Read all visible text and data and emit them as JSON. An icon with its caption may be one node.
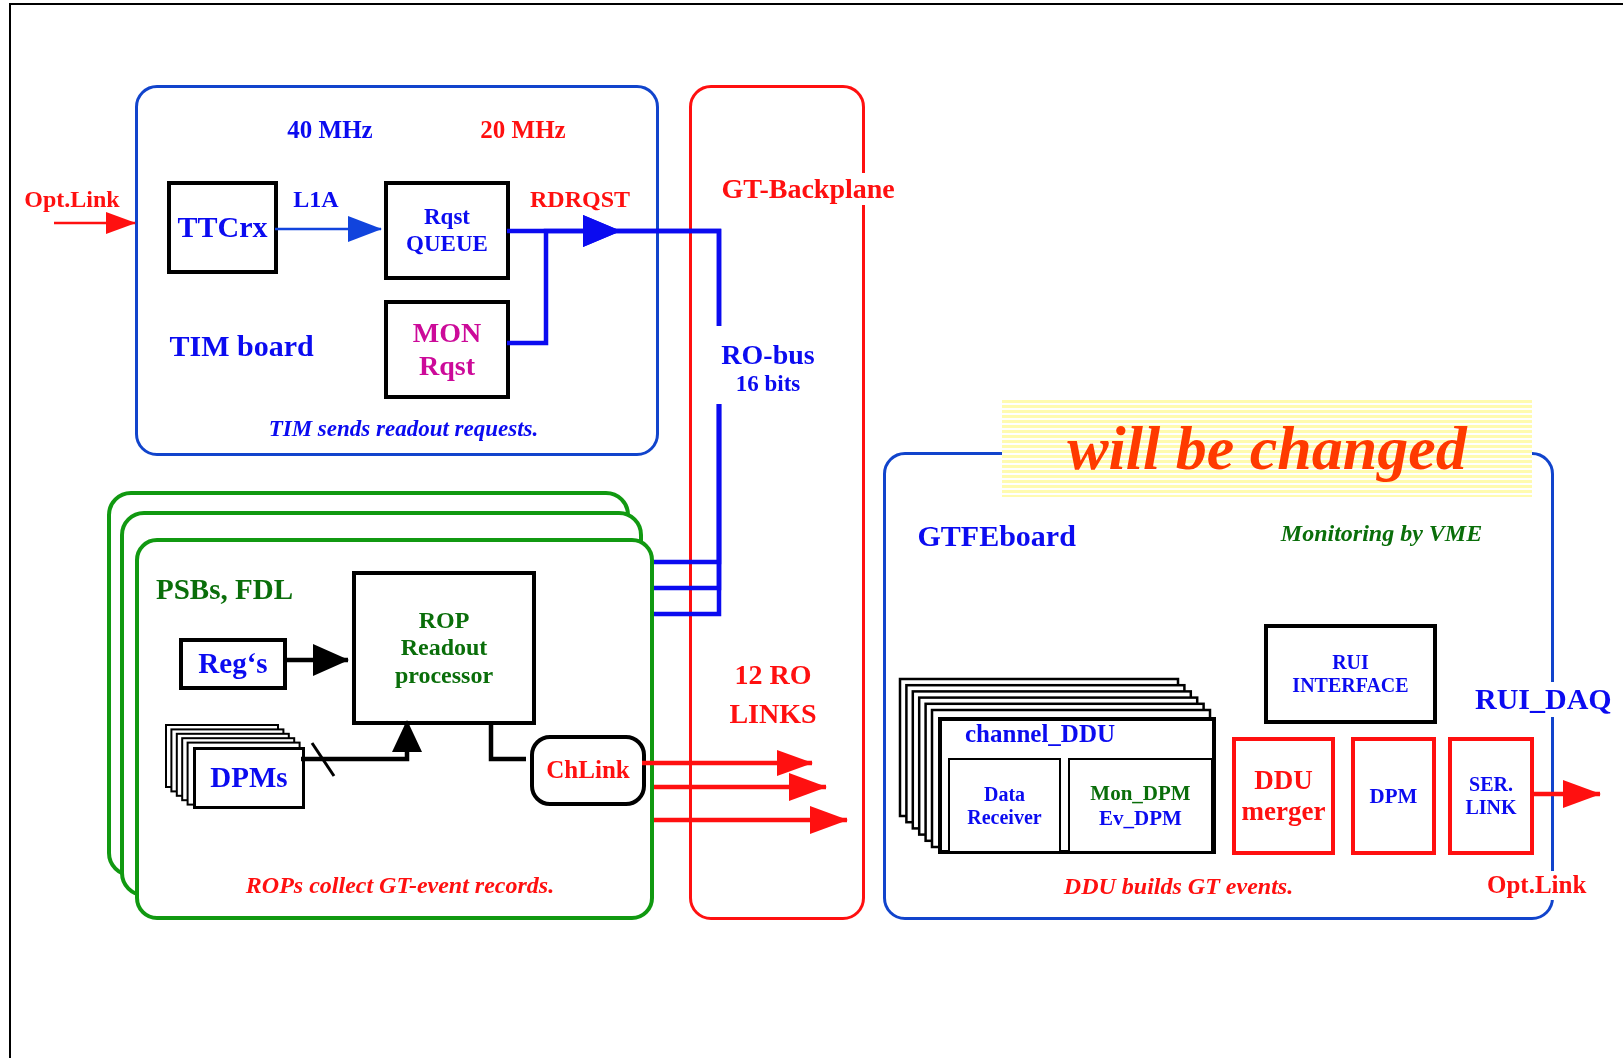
{
  "diagram": {
    "nodes": [
      {
        "text": [
          "TIM board",
          "TIM sends readout requests."
        ]
      },
      {
        "text": [
          "TTCrx"
        ],
        "in": 0
      },
      {
        "text": [
          "Rqst QUEUE"
        ],
        "in": 0
      },
      {
        "text": [
          "MON Rqst"
        ],
        "in": 0
      },
      {
        "text": [
          "GT-Backplane"
        ]
      },
      {
        "text": [
          "RO-bus",
          "16 bits"
        ],
        "in": 4
      },
      {
        "text": [
          "PSBs, FDL",
          "ROPs collect GT-event records."
        ]
      },
      {
        "text": [
          "Reg‘s"
        ],
        "in": 6
      },
      {
        "text": [
          "ROP Readout processor"
        ],
        "in": 6
      },
      {
        "text": [
          "DPMs"
        ],
        "in": 6
      },
      {
        "text": [
          "ChLink"
        ],
        "in": 6
      },
      {
        "text": [
          "GTFEboard",
          "Monitoring by VME",
          "DDU builds GT events."
        ]
      },
      {
        "text": [
          "RUI INTERFACE"
        ],
        "in": 11
      },
      {
        "text": [
          "channel_DDU"
        ],
        "in": 11
      },
      {
        "text": [
          "Data Receiver"
        ],
        "in": 13
      },
      {
        "text": [
          "Mon_DPM",
          "Ev_DPM"
        ],
        "in": 13
      },
      {
        "text": [
          "DDU merger"
        ],
        "in": 11
      },
      {
        "text": [
          "DPM"
        ],
        "in": 11
      },
      {
        "text": [
          "SER. LINK"
        ],
        "in": 11
      }
    ],
    "edges": [
      {
        "from": null,
        "to": 0,
        "arrow": "to",
        "label": "Opt.Link",
        "color": "#ff1010"
      },
      {
        "from": 1,
        "to": 2,
        "arrow": "to",
        "label": "L1A",
        "color": "#1144dd"
      },
      {
        "from": 2,
        "to": 5,
        "arrow": "to",
        "label": "RDRQST",
        "color": "#0b0bf0"
      },
      {
        "from": 3,
        "to": 5,
        "arrow": "to",
        "color": "#0b0bf0"
      },
      {
        "from": 5,
        "to": 6,
        "arrow": "none",
        "color": "#0b0bf0"
      },
      {
        "from": 5,
        "to": 6,
        "arrow": "none",
        "color": "#0b0bf0"
      },
      {
        "from": 5,
        "to": 6,
        "arrow": "none",
        "color": "#0b0bf0"
      },
      {
        "from": 7,
        "to": 8,
        "arrow": "to",
        "color": "#000000"
      },
      {
        "from": 9,
        "to": 8,
        "arrow": "to",
        "color": "#000000"
      },
      {
        "from": 8,
        "to": 10,
        "arrow": "none",
        "color": "#000000"
      },
      {
        "from": 10,
        "to": 4,
        "arrow": "to",
        "color": "#ff1010"
      },
      {
        "from": 6,
        "to": 4,
        "arrow": "to",
        "color": "#ff1010"
      },
      {
        "from": 6,
        "to": 4,
        "arrow": "to",
        "color": "#ff1010"
      },
      {
        "from": 18,
        "to": null,
        "arrow": "to",
        "color": "#ff1010"
      }
    ],
    "labels": [
      "40 MHz",
      "20 MHz",
      "will be changed",
      "12 RO LINKS",
      "RUI_DAQ",
      "Opt.Link"
    ]
  }
}
